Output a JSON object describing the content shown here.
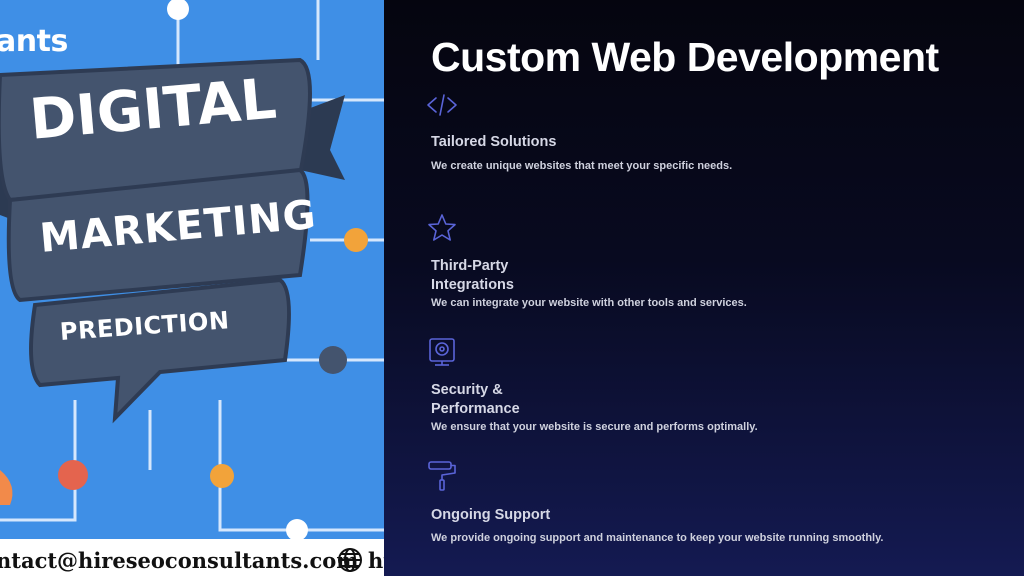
{
  "left_image": {
    "brand_fragment": "ants",
    "banner": {
      "line1": "DIGITAL",
      "line2": "MARKETING",
      "line3": "PREDICTION"
    },
    "contact": "ntact@hireseoconsultants.com",
    "url_fragment": "ht"
  },
  "slide": {
    "title": "Custom Web Development",
    "features": [
      {
        "icon": "code-icon",
        "title": "Tailored Solutions",
        "description": "We create unique websites that meet your specific needs."
      },
      {
        "icon": "star-icon",
        "title": "Third-Party Integrations",
        "description": "We can integrate your website with other tools and services."
      },
      {
        "icon": "webcam-icon",
        "title": "Security & Performance",
        "description": "We ensure that your website is secure and performs optimally."
      },
      {
        "icon": "paint-roller-icon",
        "title": "Ongoing Support",
        "description": "We provide ongoing support and maintenance to keep your website running smoothly."
      }
    ]
  },
  "colors": {
    "left_background": "#3f8fe6",
    "banner_fill": "#44546e",
    "icon_stroke": "#5a64d8",
    "panel_top": "#05050f",
    "panel_bottom": "#141a52"
  }
}
